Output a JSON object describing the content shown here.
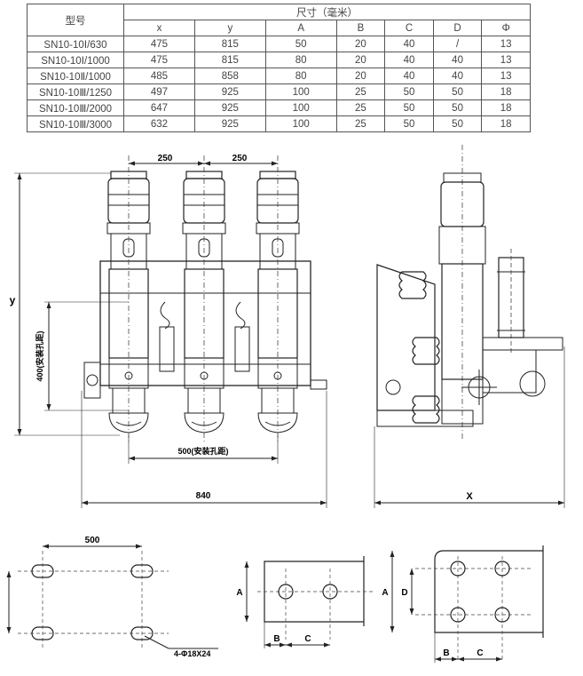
{
  "table": {
    "model_header": "型号",
    "dims_header": "尺寸（毫米）",
    "columns": [
      "x",
      "y",
      "A",
      "B",
      "C",
      "D",
      "Φ"
    ],
    "rows": [
      {
        "model": "SN10-10Ⅰ/630",
        "values": [
          "475",
          "815",
          "50",
          "20",
          "40",
          "/",
          "13"
        ]
      },
      {
        "model": "SN10-10Ⅰ/1000",
        "values": [
          "475",
          "815",
          "80",
          "20",
          "40",
          "40",
          "13"
        ]
      },
      {
        "model": "SN10-10Ⅱ/1000",
        "values": [
          "485",
          "858",
          "80",
          "20",
          "40",
          "40",
          "13"
        ]
      },
      {
        "model": "SN10-10Ⅲ/1250",
        "values": [
          "497",
          "925",
          "100",
          "25",
          "50",
          "50",
          "18"
        ]
      },
      {
        "model": "SN10-10Ⅲ/2000",
        "values": [
          "647",
          "925",
          "100",
          "25",
          "50",
          "50",
          "18"
        ]
      },
      {
        "model": "SN10-10Ⅲ/3000",
        "values": [
          "632",
          "925",
          "100",
          "25",
          "50",
          "50",
          "18"
        ]
      }
    ]
  },
  "front_view": {
    "pitch_left": "250",
    "pitch_right": "250",
    "y_label": "y",
    "mount_height": "400(安装孔距)",
    "mount_width": "500(安装孔距)",
    "overall_width": "840"
  },
  "side_view": {
    "x_label": "X"
  },
  "bolt_pattern": {
    "spacing": "500",
    "holes": "4-Φ18X24"
  },
  "terminal_a": {
    "a": "A",
    "b": "B",
    "c": "C"
  },
  "terminal_b": {
    "a": "A",
    "d": "D",
    "b": "B",
    "c": "C"
  }
}
